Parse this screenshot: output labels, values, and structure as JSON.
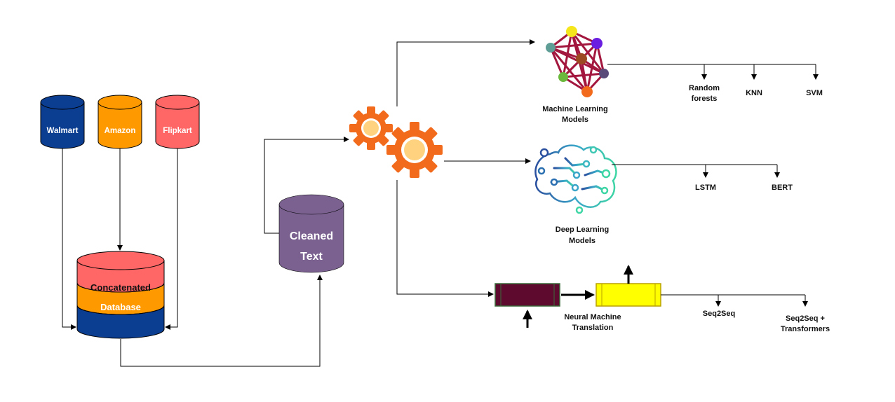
{
  "sources": {
    "walmart": "Walmart",
    "amazon": "Amazon",
    "flipkart": "Flipkart"
  },
  "database": {
    "line1": "Concatenated",
    "line2": "Database"
  },
  "cleaned": {
    "line1": "Cleaned",
    "line2": "Text"
  },
  "ml": {
    "title_line1": "Machine Learning",
    "title_line2": "Models",
    "leaves": {
      "rf_line1": "Random",
      "rf_line2": "forests",
      "knn": "KNN",
      "svm": "SVM"
    }
  },
  "dl": {
    "title_line1": "Deep Learning",
    "title_line2": "Models",
    "leaves": {
      "lstm": "LSTM",
      "bert": "BERT"
    }
  },
  "nmt": {
    "title_line1": "Neural Machine",
    "title_line2": "Translation",
    "leaves": {
      "seq2seq": "Seq2Seq",
      "seq2seq_tf_line1": "Seq2Seq +",
      "seq2seq_tf_line2": "Transformers"
    }
  },
  "colors": {
    "walmart": "#0b3d91",
    "amazon": "#ff9900",
    "flipkart": "#ff6666",
    "cleaned": "#7a6190",
    "gear": "#f26b1d",
    "network_edge": "#a3173f",
    "encoder": "#5e0a2e",
    "decoder": "#ffff00"
  }
}
